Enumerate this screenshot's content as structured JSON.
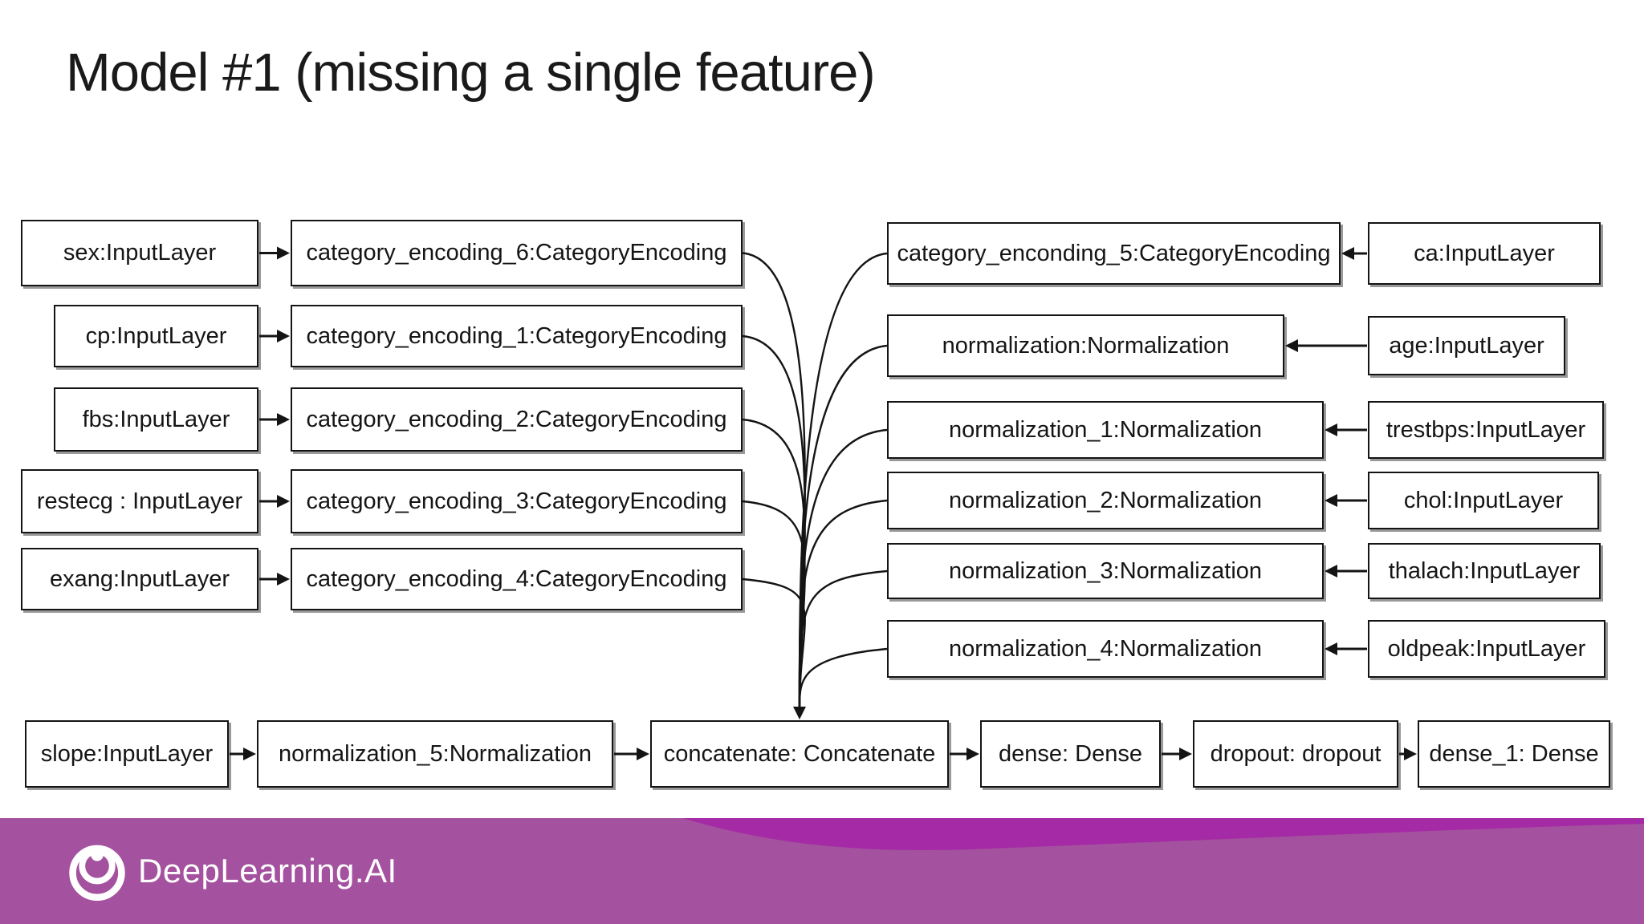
{
  "title": "Model #1 (missing a single feature)",
  "colors": {
    "box_fill": "#ffffff",
    "box_border": "#141414",
    "line": "#141414",
    "footer_background": "#a4519f",
    "footer_wave": "#a52aa5",
    "brand_text": "#ffffff"
  },
  "diagram": {
    "nodes": [
      {
        "id": "sex",
        "label": "sex:InputLayer"
      },
      {
        "id": "category_encoding_6",
        "label": "category_encoding_6:CategoryEncoding"
      },
      {
        "id": "cp",
        "label": "cp:InputLayer"
      },
      {
        "id": "category_encoding_1",
        "label": "category_encoding_1:CategoryEncoding"
      },
      {
        "id": "fbs",
        "label": "fbs:InputLayer"
      },
      {
        "id": "category_encoding_2",
        "label": "category_encoding_2:CategoryEncoding"
      },
      {
        "id": "restecg",
        "label": "restecg : InputLayer"
      },
      {
        "id": "category_encoding_3",
        "label": "category_encoding_3:CategoryEncoding"
      },
      {
        "id": "exang",
        "label": "exang:InputLayer"
      },
      {
        "id": "category_encoding_4",
        "label": "category_encoding_4:CategoryEncoding"
      },
      {
        "id": "category_enconding_5",
        "label": "category_enconding_5:CategoryEncoding"
      },
      {
        "id": "ca",
        "label": "ca:InputLayer"
      },
      {
        "id": "normalization",
        "label": "normalization:Normalization"
      },
      {
        "id": "age",
        "label": "age:InputLayer"
      },
      {
        "id": "normalization_1",
        "label": "normalization_1:Normalization"
      },
      {
        "id": "trestbps",
        "label": "trestbps:InputLayer"
      },
      {
        "id": "normalization_2",
        "label": "normalization_2:Normalization"
      },
      {
        "id": "chol",
        "label": "chol:InputLayer"
      },
      {
        "id": "normalization_3",
        "label": "normalization_3:Normalization"
      },
      {
        "id": "thalach",
        "label": "thalach:InputLayer"
      },
      {
        "id": "normalization_4",
        "label": "normalization_4:Normalization"
      },
      {
        "id": "oldpeak",
        "label": "oldpeak:InputLayer"
      },
      {
        "id": "slope",
        "label": "slope:InputLayer"
      },
      {
        "id": "normalization_5",
        "label": "normalization_5:Normalization"
      },
      {
        "id": "concatenate",
        "label": "concatenate: Concatenate"
      },
      {
        "id": "dense",
        "label": "dense: Dense"
      },
      {
        "id": "dropout",
        "label": "dropout: dropout"
      },
      {
        "id": "dense_1",
        "label": "dense_1: Dense"
      }
    ],
    "edges": [
      {
        "from": "sex",
        "to": "category_encoding_6",
        "style": "straight"
      },
      {
        "from": "cp",
        "to": "category_encoding_1",
        "style": "straight"
      },
      {
        "from": "fbs",
        "to": "category_encoding_2",
        "style": "straight"
      },
      {
        "from": "restecg",
        "to": "category_encoding_3",
        "style": "straight"
      },
      {
        "from": "exang",
        "to": "category_encoding_4",
        "style": "straight"
      },
      {
        "from": "ca",
        "to": "category_enconding_5",
        "style": "straight"
      },
      {
        "from": "age",
        "to": "normalization",
        "style": "straight"
      },
      {
        "from": "trestbps",
        "to": "normalization_1",
        "style": "straight"
      },
      {
        "from": "chol",
        "to": "normalization_2",
        "style": "straight"
      },
      {
        "from": "thalach",
        "to": "normalization_3",
        "style": "straight"
      },
      {
        "from": "oldpeak",
        "to": "normalization_4",
        "style": "straight"
      },
      {
        "from": "slope",
        "to": "normalization_5",
        "style": "straight"
      },
      {
        "from": "normalization_5",
        "to": "concatenate",
        "style": "straight"
      },
      {
        "from": "concatenate",
        "to": "dense",
        "style": "straight"
      },
      {
        "from": "dense",
        "to": "dropout",
        "style": "straight"
      },
      {
        "from": "dropout",
        "to": "dense_1",
        "style": "straight"
      },
      {
        "from": "category_encoding_6",
        "to": "concatenate",
        "style": "curve"
      },
      {
        "from": "category_encoding_1",
        "to": "concatenate",
        "style": "curve"
      },
      {
        "from": "category_encoding_2",
        "to": "concatenate",
        "style": "curve"
      },
      {
        "from": "category_encoding_3",
        "to": "concatenate",
        "style": "curve"
      },
      {
        "from": "category_encoding_4",
        "to": "concatenate",
        "style": "curve"
      },
      {
        "from": "category_enconding_5",
        "to": "concatenate",
        "style": "curve"
      },
      {
        "from": "normalization",
        "to": "concatenate",
        "style": "curve"
      },
      {
        "from": "normalization_1",
        "to": "concatenate",
        "style": "curve"
      },
      {
        "from": "normalization_2",
        "to": "concatenate",
        "style": "curve"
      },
      {
        "from": "normalization_3",
        "to": "concatenate",
        "style": "curve"
      },
      {
        "from": "normalization_4",
        "to": "concatenate",
        "style": "curve"
      }
    ]
  },
  "footer": {
    "brand": "DeepLearning.AI",
    "logo_icon": "deeplearning-ai-rings-icon"
  }
}
